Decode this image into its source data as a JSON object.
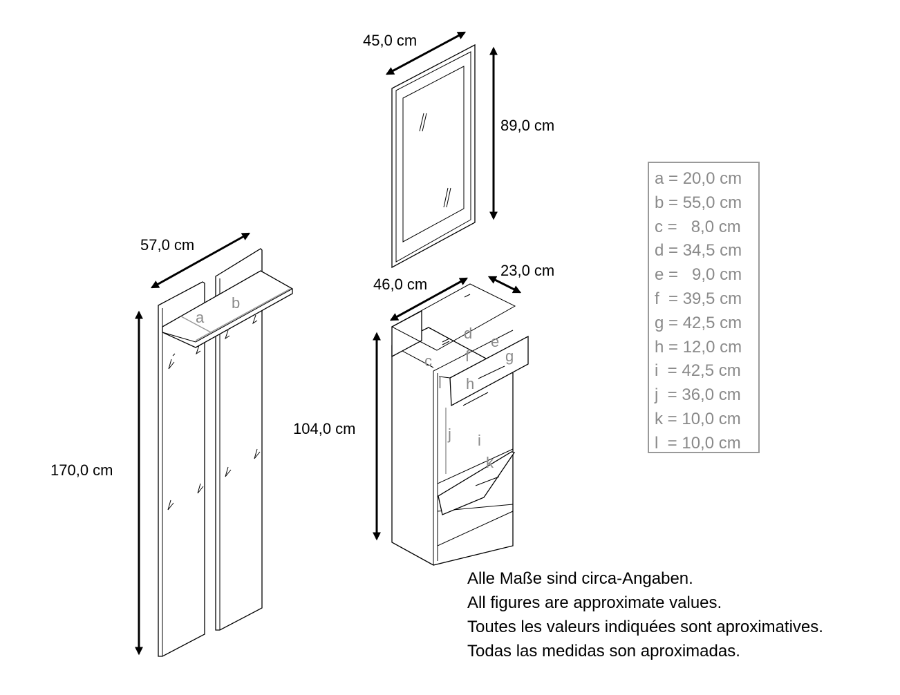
{
  "dimensions": {
    "mirror_width": "45,0 cm",
    "mirror_height": "89,0 cm",
    "coat_rack_width": "57,0 cm",
    "coat_rack_height": "170,0 cm",
    "cabinet_width": "46,0 cm",
    "cabinet_depth": "23,0 cm",
    "cabinet_height": "104,0 cm"
  },
  "part_labels": [
    "a",
    "b",
    "c",
    "d",
    "e",
    "f",
    "g",
    "h",
    "i",
    "j",
    "k",
    "l"
  ],
  "legend": [
    "a = 20,0 cm",
    "b = 55,0 cm",
    "c =   8,0 cm",
    "d = 34,5 cm",
    "e =   9,0 cm",
    "f  = 39,5 cm",
    "g = 42,5 cm",
    "h = 12,0 cm",
    "i  = 42,5 cm",
    "j  = 36,0 cm",
    "k = 10,0 cm",
    "l  = 10,0 cm"
  ],
  "notes": [
    "Alle Maße sind circa-Angaben.",
    "All figures are approximate values.",
    "Toutes les valeurs indiquées sont aproximatives.",
    "Todas las medidas son aproximadas."
  ]
}
